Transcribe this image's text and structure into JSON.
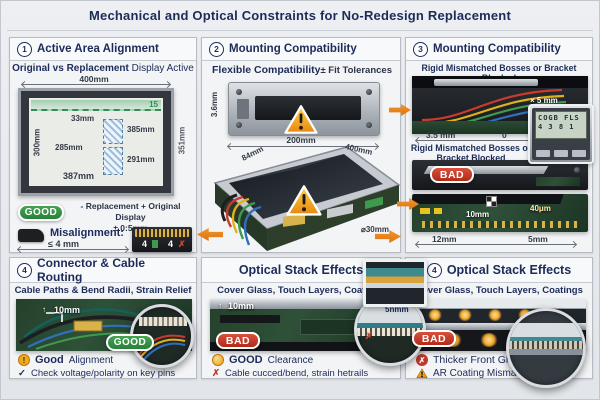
{
  "title": "Mechanical and Optical Constraints for No-Redesign Replacement",
  "colors": {
    "navy": "#1c2b5a",
    "good_green": "#2e7d32",
    "bad_red": "#b02a19",
    "warning_orange": "#f0a62a",
    "arrow_orange": "#e8861c"
  },
  "icons": {
    "check": "✓",
    "cross": "✗",
    "alert": "!",
    "up_arrow": "↑"
  },
  "p1": {
    "number": "1",
    "title": "Active Area Alignment",
    "sub_bold": "Original vs Replacement",
    "sub_rest": "Display Active",
    "dim_top": "400mm",
    "dim_left": "300mm",
    "dim_right": "351mm",
    "dim_bottom": "387mm",
    "inner_top": "33mm",
    "inner_right1": "385mm",
    "inner_left": "285mm",
    "inner_right2": "291mm",
    "overlay": "15",
    "good_badge": "GOOD",
    "good_line1": "- Replacement + Original Display",
    "good_line2": "± 0:5mm",
    "mis_label": "Misalignment:",
    "mis_value": "≤ 4 mm",
    "conn_ok": "4",
    "conn_bad": "4"
  },
  "p2": {
    "number": "2",
    "title": "Mounting Compatibility",
    "sub_left": "Flexible Compatibility",
    "sub_right": "± Fit Tolerances",
    "dim_left": "3.6mm",
    "dim_bottom": "200mm"
  },
  "center": {
    "diag_left": "84mm",
    "diag_right": "400mm",
    "dia": "⌀30mm"
  },
  "p3": {
    "number": "3",
    "title": "Mounting Compatibility",
    "sub1": "Rigid Mismatched Bosses or Bracket Blocked",
    "offset_label": "× 5 mm",
    "dim_35": "3.5 mm",
    "dim_zero": "0",
    "lcd1": "COGB FLS",
    "lcd2": "4 3 8 1",
    "sub2": "Rigid Mismatched Bosses or Bracket Blocked",
    "bad_badge": "BAD",
    "dim_10": "10mm",
    "dim_40": "40μm",
    "dim_12": "12mm",
    "dim_5": "5mm"
  },
  "p4": {
    "number": "4",
    "title": "Connector & Cable Routing",
    "sub": "Cable Paths & Bend Radii, Strain Relief",
    "dim": "10mm",
    "good_badge": "GOOD",
    "n1b": "Good",
    "n1r": "Alignment",
    "n2": "Check voltage/polarity on key pins"
  },
  "p5": {
    "title": "Optical Stack Effects",
    "sub": "Cover Glass, Touch Layers, Coatings",
    "dim": "10mm",
    "zoom_label": "5nmm",
    "bad_badge": "BAD",
    "n1b": "GOOD",
    "n1r": "Clearance",
    "n2": "Cable cucced/bend, strain hetrails"
  },
  "p6": {
    "number": "4",
    "title": "Optical Stack Effects",
    "sub": "Cover Glass, Touch Layers, Coatings",
    "bad_badge": "BAD",
    "n1": "Thicker Front Glass",
    "n2": "AR Coating Mismatch >"
  }
}
